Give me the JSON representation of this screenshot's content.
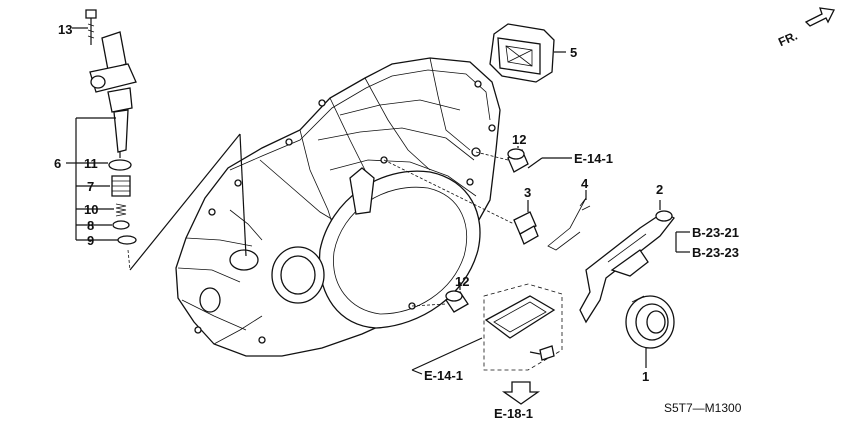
{
  "callouts": [
    "13",
    "6",
    "11",
    "7",
    "10",
    "8",
    "9",
    "5",
    "12",
    "3",
    "4",
    "2",
    "1"
  ],
  "refs": [
    "E-14-1",
    "B-23-21",
    "B-23-23",
    "E-18-1"
  ],
  "direction_label": "FR.",
  "diagram_code": "S5T7—M1300"
}
